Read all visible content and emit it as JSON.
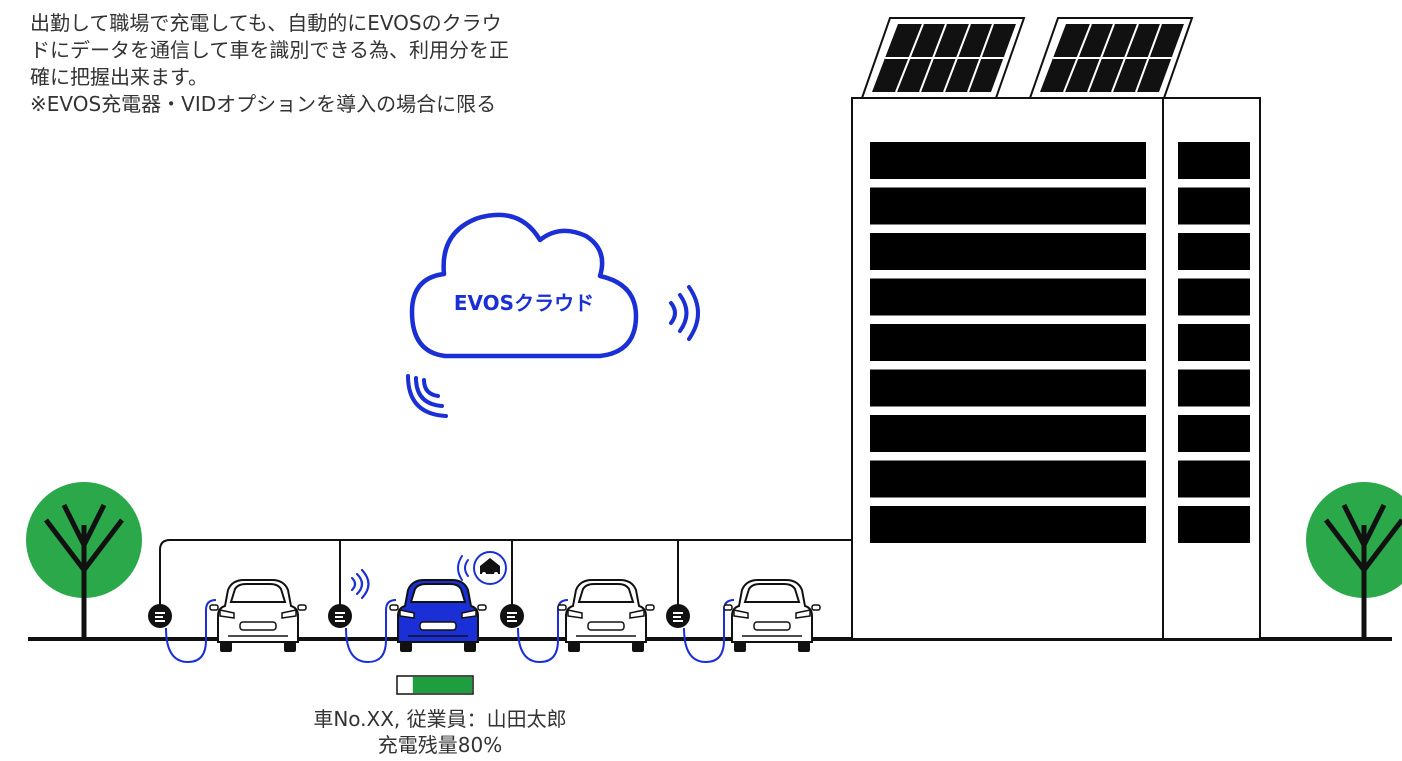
{
  "description_lines": [
    "出勤して職場で充電しても、自動的にEVOSのクラウ",
    "ドにデータを通信して車を識別できる為、利用分を正",
    "確に把握出来ます。",
    "※EVOS充電器・VIDオプションを導入の場合に限る"
  ],
  "cloud": {
    "label": "EVOSクラウド"
  },
  "highlighted_car": {
    "caption_line1": "車No.XX, 従業員：山田太郎",
    "caption_line2": "充電残量80%",
    "charge_level": 0.8
  },
  "colors": {
    "accent_blue": "#1a2fd6",
    "tree_green": "#2aa84a",
    "battery_green": "#1f9e3f",
    "text": "#333333",
    "line": "#111111"
  },
  "icons": [
    "tree-icon",
    "cloud-icon",
    "wifi-signal-icon",
    "charger-icon",
    "car-icon",
    "vid-device-icon",
    "solar-panel-icon",
    "building-icon",
    "battery-icon"
  ]
}
